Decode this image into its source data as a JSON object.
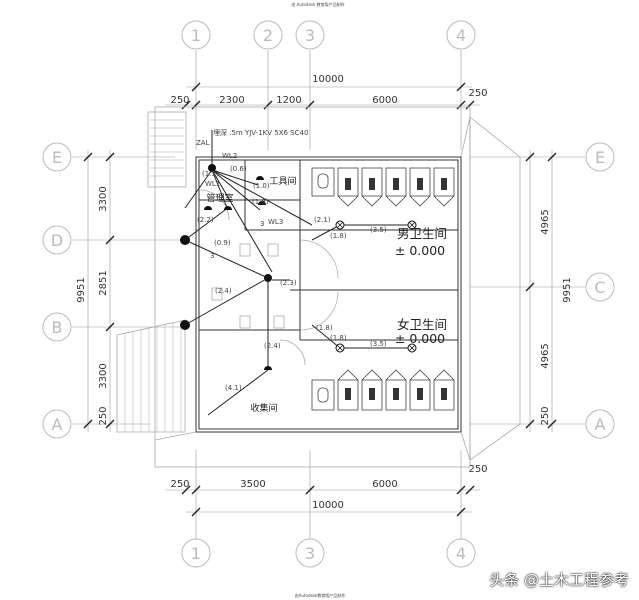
{
  "header": {
    "top_caption": "由 Autodesk 教育版产品制作",
    "bottom_caption": "由Autodesk教育版产品制作"
  },
  "axes": {
    "columns_top": [
      "1",
      "2",
      "3",
      "4"
    ],
    "columns_bottom": [
      "1",
      "3",
      "4"
    ],
    "rows_left": [
      "E",
      "D",
      "B",
      "A"
    ],
    "rows_right": [
      "E",
      "C",
      "A"
    ]
  },
  "dimensions": {
    "top_total": "10000",
    "top_segments": [
      "250",
      "2300",
      "1200",
      "6000",
      "250"
    ],
    "bottom_segments": [
      "250",
      "3500",
      "6000",
      "250"
    ],
    "bottom_total": "10000",
    "left_total": "9951",
    "left_segments": [
      "3300",
      "2851",
      "3300",
      "250"
    ],
    "right_segments": [
      "4965",
      "4965",
      "250"
    ],
    "right_total": "9951"
  },
  "rooms": {
    "management": "管理室",
    "tool": "工具间",
    "collection": "收集间",
    "men": "男卫生间",
    "women": "女卫生间",
    "men_level": "± 0.000",
    "women_level": "± 0.000"
  },
  "labels": {
    "cable": "埋深 .5m  YJV-1KV 5X6 SC40",
    "zal": "ZAL",
    "wl1": "WL1",
    "wl2": "WL2",
    "wl3": "WL3",
    "n_13": "(1.3)",
    "n_06": "(0.6)",
    "n_10": "(1.0)",
    "n_18a": "(1.8)",
    "n_18b": "(1.8)",
    "n_18c": "(1.8)",
    "n_18d": "(1.8)",
    "n_22": "(2.2)",
    "n_21": "(2.1)",
    "n_35a": "(3.5)",
    "n_35b": "(3.5)",
    "n_23": "(2.3)",
    "n_24a": "(2.4)",
    "n_24b": "(2.4)",
    "n_41": "(4.1)",
    "n_09": "(0.9)",
    "n_3a": "3",
    "n_3b": "3"
  },
  "watermark": "头条 @土木工程参考"
}
